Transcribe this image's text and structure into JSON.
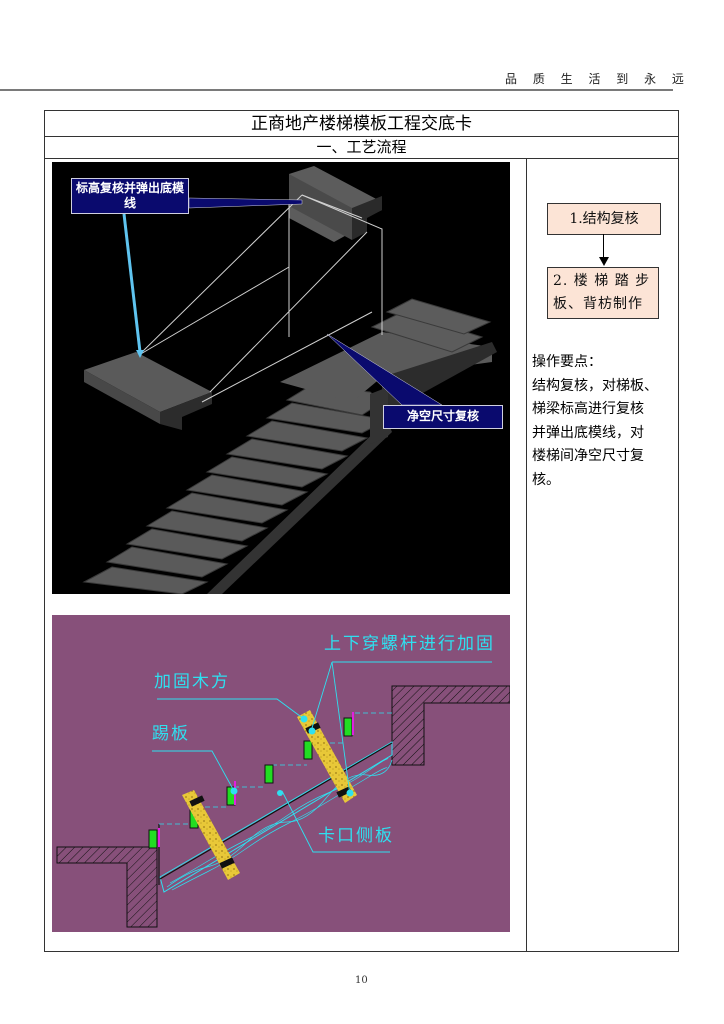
{
  "header": {
    "motto": "品 质 生 活 到 永 远"
  },
  "card": {
    "title": "正商地产楼梯模板工程交底卡",
    "section_title": "一、工艺流程"
  },
  "figure1": {
    "description": "3D stair model",
    "callouts": [
      {
        "id": "elevation",
        "text": "标高复核并弹出底模线"
      },
      {
        "id": "clearance",
        "text": "净空尺寸复核"
      }
    ],
    "colors": {
      "background": "#000000",
      "concrete": "#5a5a5a",
      "callout_fill": "#0a0a6e",
      "leader_blue": "#5fc4f0"
    }
  },
  "figure2": {
    "description": "stair formwork section drawing",
    "labels": [
      {
        "id": "bolts",
        "text": "上下穿螺杆进行加固"
      },
      {
        "id": "timber",
        "text": "加固木方"
      },
      {
        "id": "riser",
        "text": "踢板"
      },
      {
        "id": "side-board",
        "text": "卡口侧板"
      }
    ],
    "colors": {
      "background": "#87507a",
      "label": "#2ee0f0",
      "timber": "#e8c838",
      "cleat": "#22dd22"
    }
  },
  "flow": {
    "steps": [
      {
        "label": "1.结构复核"
      },
      {
        "label": "2. 楼 梯 踏 步 板、背枋制作"
      }
    ]
  },
  "notes": {
    "heading": "操作要点：",
    "lines": [
      "结构复核，对梯板、",
      "梯梁标高进行复核",
      "并弹出底模线，对",
      "楼梯间净空尺寸复",
      "核。"
    ]
  },
  "footer": {
    "page_number": "10"
  }
}
